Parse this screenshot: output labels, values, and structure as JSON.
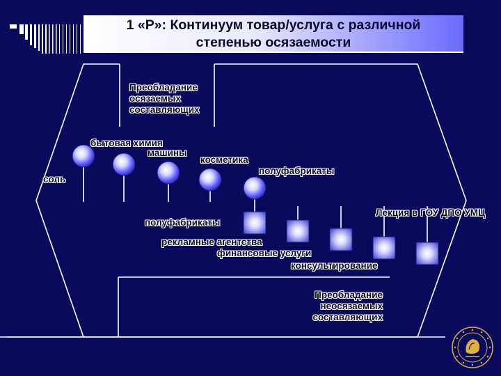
{
  "title": {
    "line1": "1 «Р»: Континуум товар/услуга с различной",
    "line2": "степенью осязаемости"
  },
  "tangible_block": {
    "lines": [
      "Преобладание",
      "осязаемых",
      "составляющих"
    ]
  },
  "intangible_block": {
    "lines": [
      "Преобладание",
      "неосязаемых",
      "составляющих"
    ]
  },
  "goods": {
    "salt": "соль",
    "chemicals": "бытовая химия",
    "machines": "машины",
    "cosmetics": "косметика",
    "semi_products_top": "полуфабрикаты"
  },
  "services": {
    "semi_products_bottom": "полуфабрикаты",
    "ad_agencies": "рекламные агентства",
    "financial": "финансовые услуги",
    "consulting": "консультирование"
  },
  "footer_note": "Лекция в ГОУ ДПО УМЦ",
  "colors": {
    "background": "#0a0a5c",
    "line": "#ffffff",
    "accent": "#6a6aff"
  }
}
